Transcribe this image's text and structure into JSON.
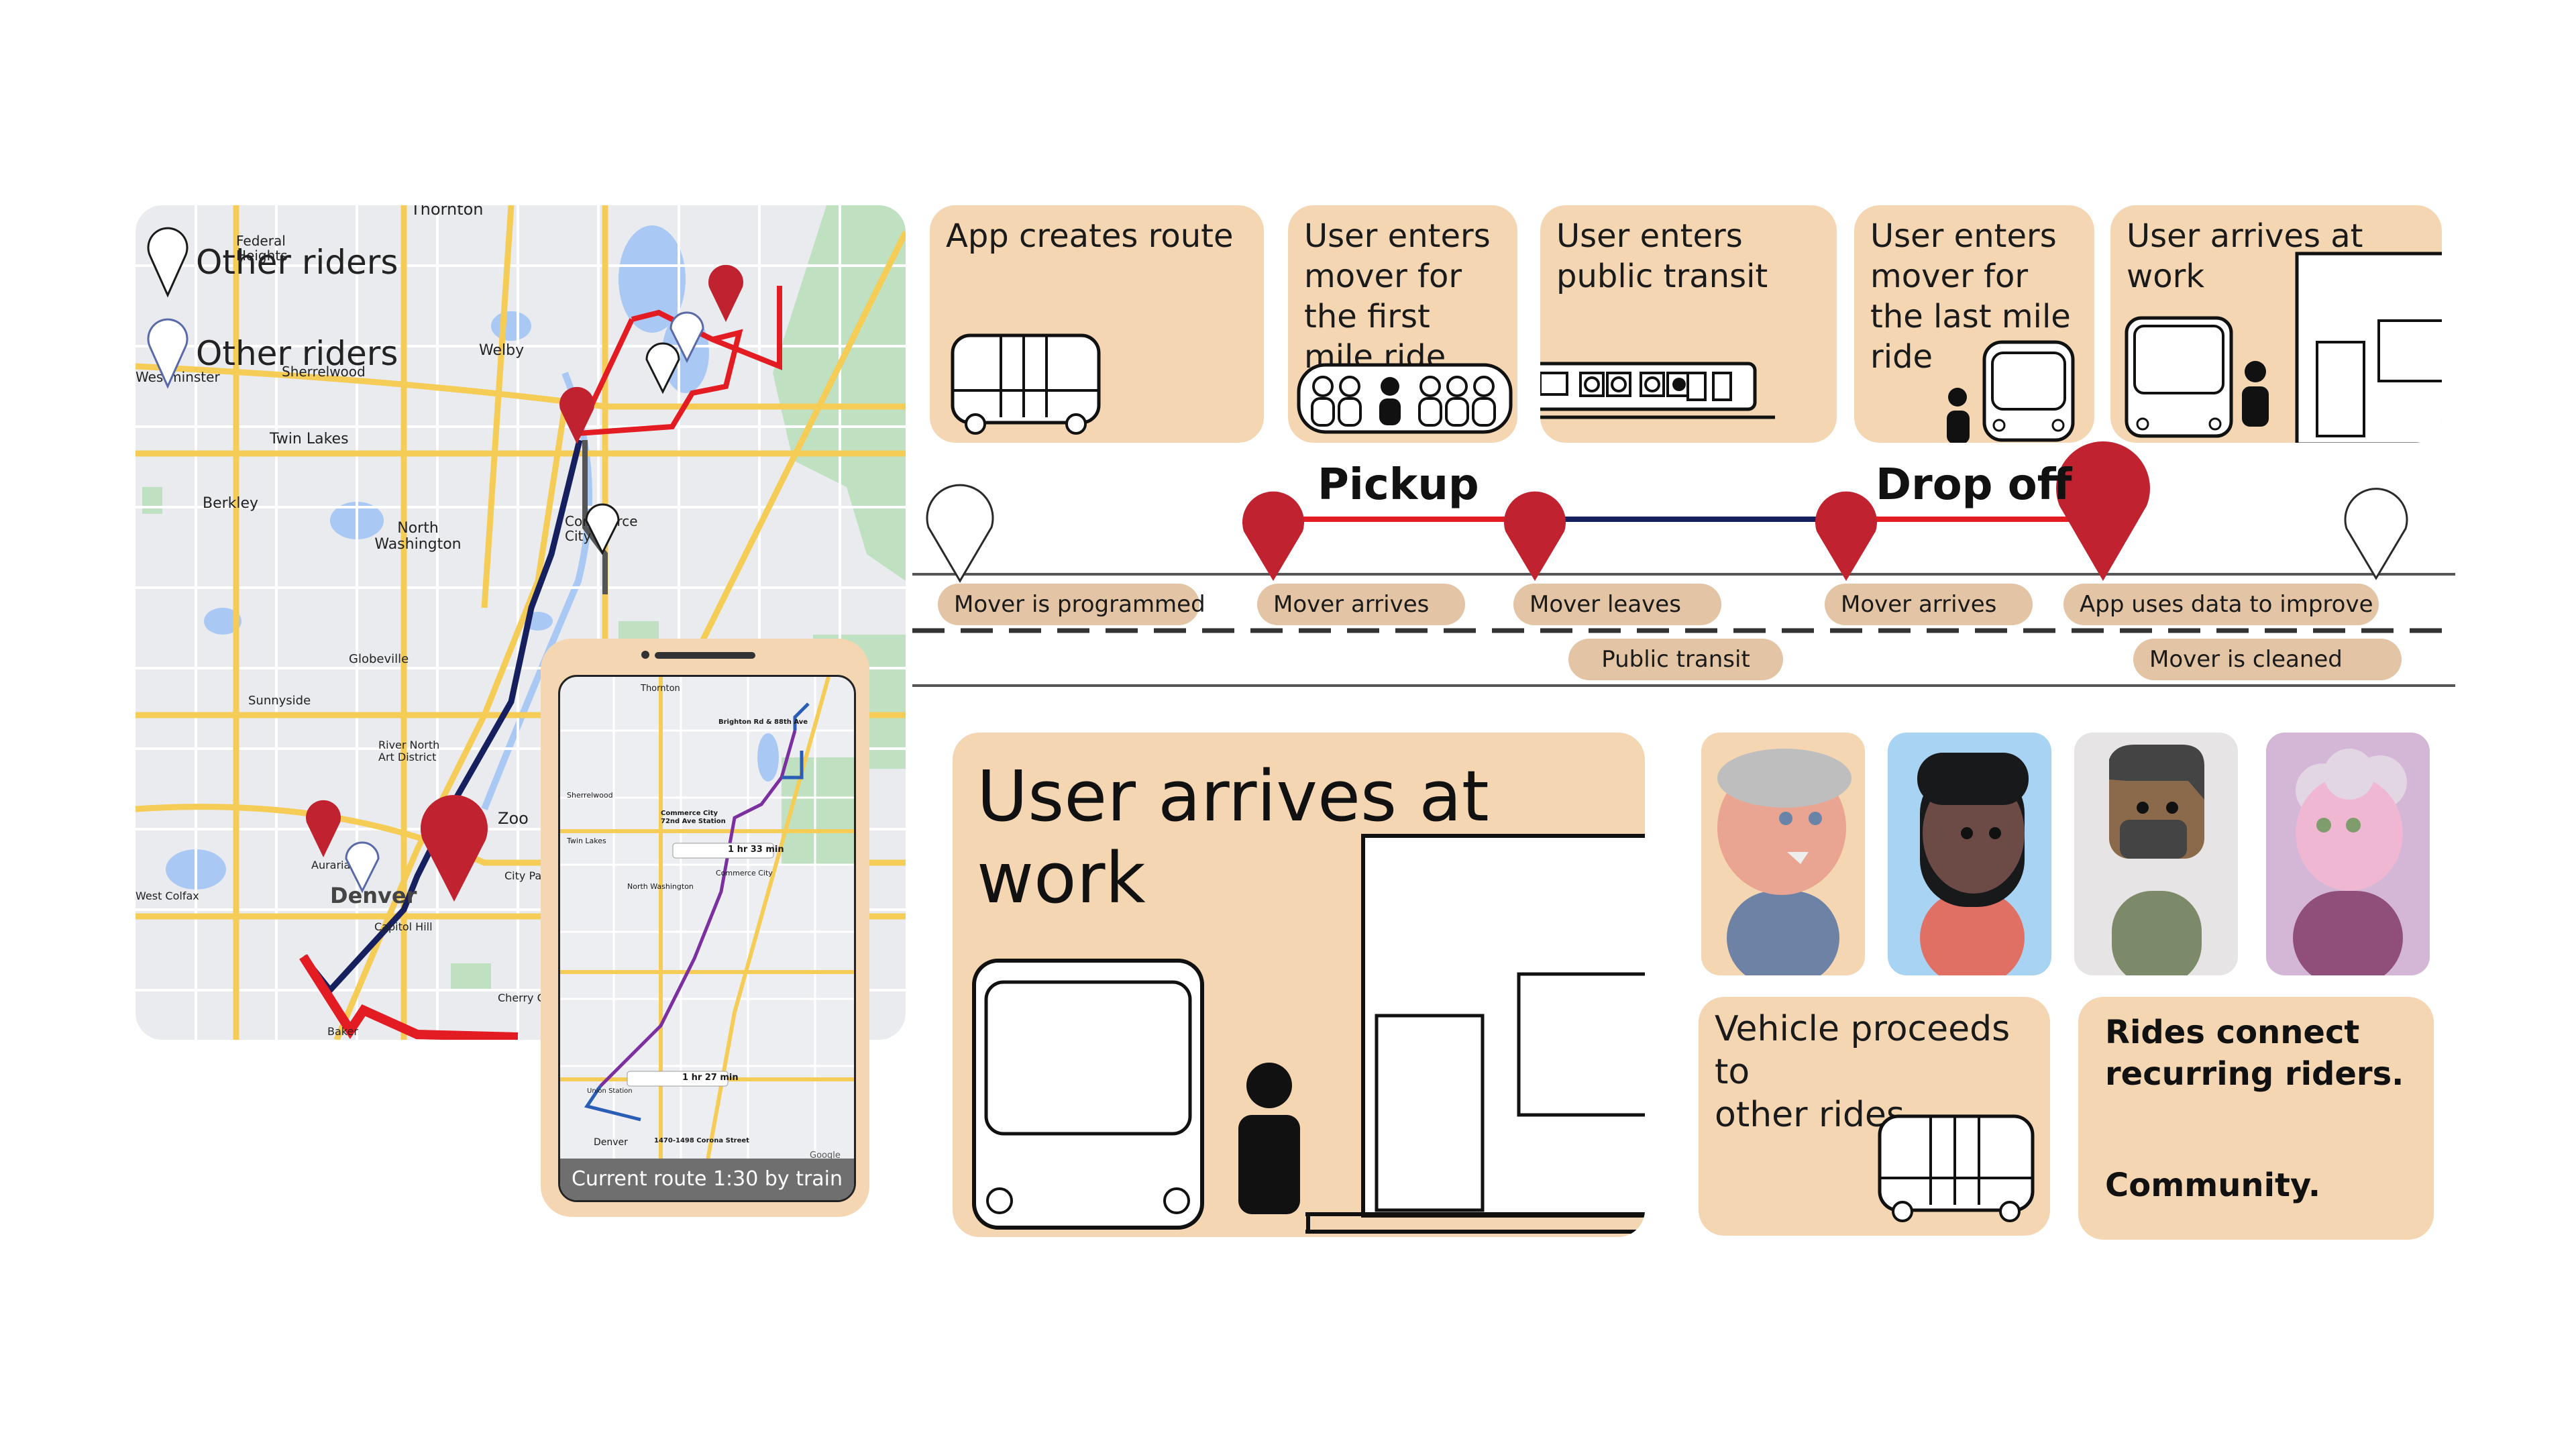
{
  "map": {
    "legend_riders_1": "Other riders",
    "legend_riders_2": "Other riders",
    "places": [
      "Thornton",
      "Federal Heights",
      "Westminster",
      "Sherrelwood",
      "Welby",
      "Twin Lakes",
      "Berkley",
      "North Washington",
      "Commerce City",
      "Globeville",
      "Sunnyside",
      "River North Art District",
      "Denver",
      "Auraria",
      "Capitol Hill",
      "Baker",
      "Cherry Creek",
      "West Colfax",
      "City Park",
      "Zoo"
    ],
    "colors": {
      "land": "#e9ebee",
      "water": "#a9c9f4",
      "park": "#bfe1c1",
      "road": "#f5cc55",
      "route_red": "#e31b23",
      "route_navy": "#16205f",
      "pin_red": "#c0232f"
    }
  },
  "phone": {
    "caption": "Current route 1:30 by train",
    "chip_1": "1 hr 33 min",
    "chip_2": "1 hr 27 min",
    "labels": [
      "Thornton",
      "Brighton Rd & 88th Ave",
      "Commerce City 72nd Ave Station",
      "Sherrelwood",
      "Twin Lakes",
      "Commerce City",
      "North Washington",
      "Union Station",
      "Denver",
      "1470-1498 Corona Street",
      "Google"
    ]
  },
  "steps": [
    {
      "label": "App creates route",
      "icon": "shuttle-icon"
    },
    {
      "label": "User enters mover for the first mile ride",
      "icon": "passengers-icon"
    },
    {
      "label": "User enters public transit",
      "icon": "train-icon"
    },
    {
      "label": "User enters mover for the last mile ride",
      "icon": "shuttle-front-icon"
    },
    {
      "label": "User arrives at work",
      "icon": "office-icon"
    }
  ],
  "timeline": {
    "pickup": "Pickup",
    "dropoff": "Drop off",
    "upper_events": [
      "Mover is programmed",
      "Mover arrives",
      "Mover leaves",
      "Mover arrives",
      "App uses data to improve"
    ],
    "lower_events": [
      "Public transit",
      "Mover is cleaned"
    ],
    "colors": {
      "pin": "#c0232f",
      "segment_red": "#e31b23",
      "segment_navy": "#16205f",
      "pill": "#e3c4a4"
    }
  },
  "arrival": {
    "title": "User arrives at work"
  },
  "riders": {
    "avatars": [
      "elderly-rider-avatar",
      "rider-avatar-dark",
      "bearded-rider-avatar",
      "senior-rider-avatar"
    ],
    "colors": [
      "#f4d6b3",
      "#a9d3f2",
      "#e6e4e4",
      "#d4b6d7"
    ]
  },
  "vehicle_card": {
    "label": "Vehicle proceeds to\nother rides"
  },
  "community_card": {
    "line1": "Rides connect\nrecurring riders.",
    "line2": "Community."
  }
}
